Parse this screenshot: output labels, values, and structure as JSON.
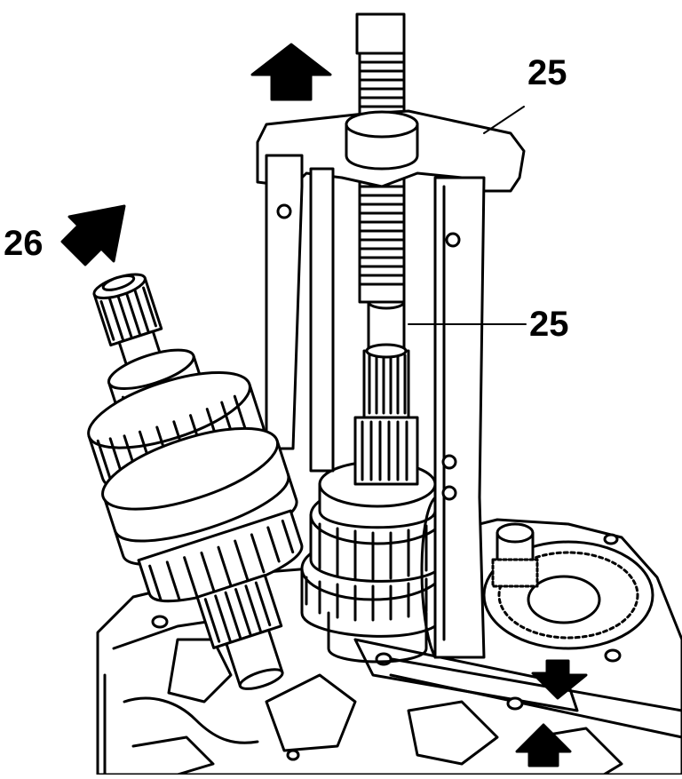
{
  "diagram": {
    "callouts": {
      "part_26": "26",
      "puller_top": "25",
      "puller_mid": "25"
    },
    "colors": {
      "ink": "#000000",
      "paper": "#ffffff"
    },
    "icons": [
      "up-arrow-icon",
      "up-left-arrow-icon",
      "down-arrow-icon",
      "up-arrow-icon"
    ]
  }
}
